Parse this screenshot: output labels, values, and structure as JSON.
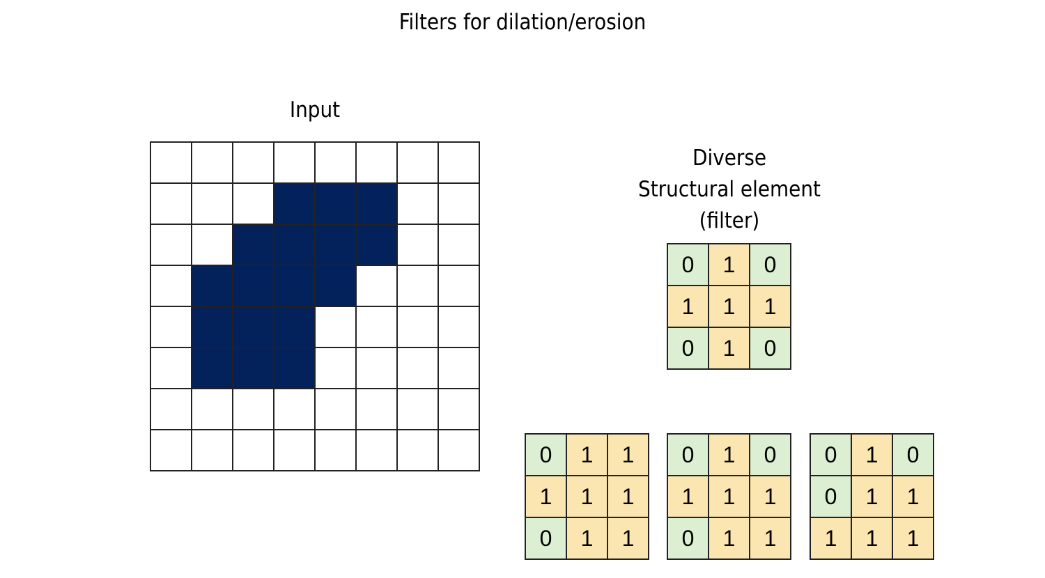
{
  "title": "Filters for dilation/erosion",
  "input": {
    "label": "Input",
    "grid": [
      [
        0,
        0,
        0,
        0,
        0,
        0,
        0,
        0
      ],
      [
        0,
        0,
        0,
        1,
        1,
        1,
        0,
        0
      ],
      [
        0,
        0,
        1,
        1,
        1,
        1,
        0,
        0
      ],
      [
        0,
        1,
        1,
        1,
        1,
        0,
        0,
        0
      ],
      [
        0,
        1,
        1,
        1,
        0,
        0,
        0,
        0
      ],
      [
        0,
        1,
        1,
        1,
        0,
        0,
        0,
        0
      ],
      [
        0,
        0,
        0,
        0,
        0,
        0,
        0,
        0
      ],
      [
        0,
        0,
        0,
        0,
        0,
        0,
        0,
        0
      ]
    ]
  },
  "filter_caption": [
    "Diverse",
    "Structural element",
    "(filter)"
  ],
  "kernels": [
    [
      [
        "0",
        "1",
        "0"
      ],
      [
        "1",
        "1",
        "1"
      ],
      [
        "0",
        "1",
        "0"
      ]
    ],
    [
      [
        "0",
        "1",
        "1"
      ],
      [
        "1",
        "1",
        "1"
      ],
      [
        "0",
        "1",
        "1"
      ]
    ],
    [
      [
        "0",
        "1",
        "0"
      ],
      [
        "1",
        "1",
        "1"
      ],
      [
        "0",
        "1",
        "1"
      ]
    ],
    [
      [
        "0",
        "1",
        "0"
      ],
      [
        "0",
        "1",
        "1"
      ],
      [
        "1",
        "1",
        "1"
      ]
    ]
  ],
  "colors": {
    "filled": "#03215b",
    "empty": "#ffffff",
    "zero": "#dcefd2",
    "one": "#fbe6b1",
    "line": "#222222"
  }
}
